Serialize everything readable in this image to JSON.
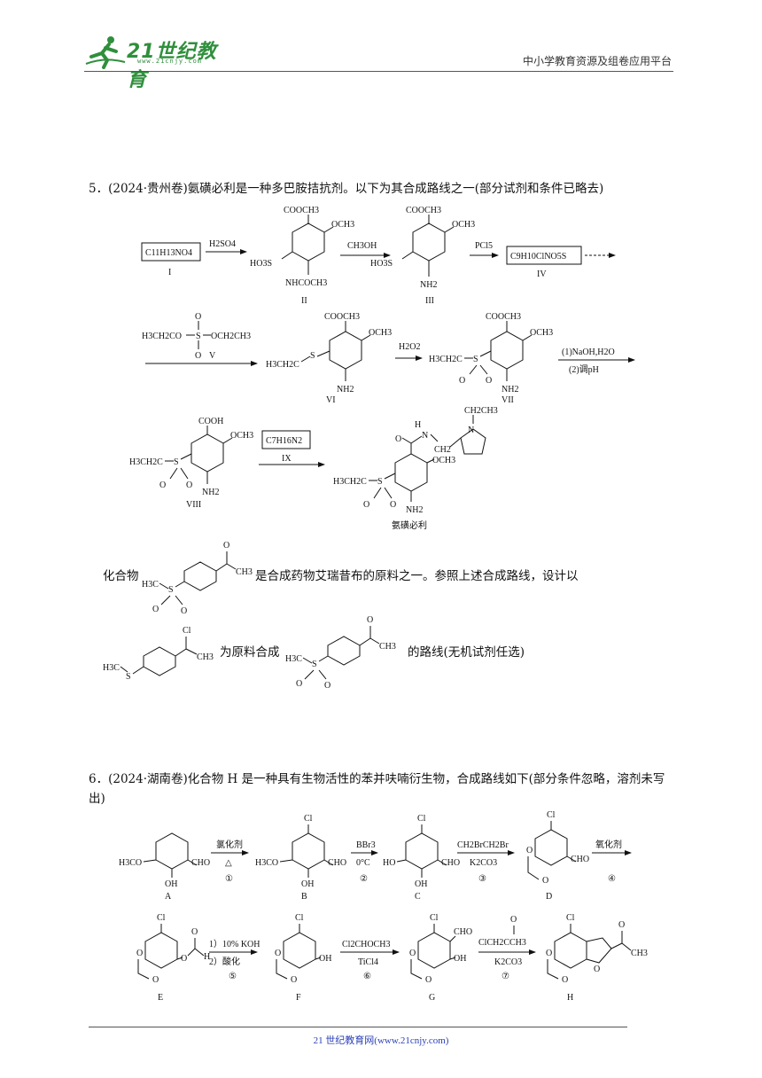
{
  "header": {
    "logo_text": "21世纪教育",
    "logo_url": "www.21cnjy.com",
    "right_text": "中小学教育资源及组卷应用平台"
  },
  "q5": {
    "stem": "5．(2024·贵州卷)氨磺必利是一种多巴胺拮抗剂。以下为其合成路线之一(部分试剂和条件已略去)",
    "compounds": {
      "I_formula": "C11H13NO4",
      "I_label": "I",
      "II_label": "II",
      "III_label": "III",
      "IV_formula": "C9H10ClNO5S",
      "IV_label": "IV",
      "V_label": "V",
      "VI_label": "VI",
      "VII_label": "VII",
      "VIII_label": "VIII",
      "IX_formula": "C7H16N2",
      "IX_label": "IX",
      "product_name": "氨磺必利"
    },
    "reagents": {
      "r1": "H2SO4",
      "r2": "CH3OH",
      "r3": "PCl5",
      "r5": "H2O2",
      "r6a": "(1)NaOH,H2O",
      "r6b": "(2)调pH"
    },
    "groups": {
      "cooch3": "COOCH3",
      "och3": "OCH3",
      "ho3s": "HO3S",
      "nhcoch3": "NHCOCH3",
      "nh2": "NH2",
      "ch3ch2s": "H3CH2C",
      "s": "S",
      "o": "O",
      "cooh": "COOH",
      "h3c": "H3C",
      "ch3": "CH3",
      "cl": "Cl",
      "n": "N",
      "h": "H",
      "ch2": "CH2",
      "ch2ch3": "CH2CH3",
      "reagentV_left": "H3CH2CO",
      "reagentV_right": "OCH2CH3"
    },
    "part_text1": "化合物",
    "part_text2": "是合成药物艾瑞昔布的原料之一。参照上述合成路线，设计以",
    "part_text3": "为原料合成",
    "part_text4": "的路线(无机试剂任选)"
  },
  "q6": {
    "stem": "6．(2024·湖南卷)化合物 H 是一种具有生物活性的苯并呋喃衍生物，合成路线如下(部分条件忽略，溶剂未写出)",
    "labels": [
      "A",
      "B",
      "C",
      "D",
      "E",
      "F",
      "G",
      "H"
    ],
    "steps": {
      "s1_top": "氯化剂",
      "s1_bot": "△",
      "s1_num": "①",
      "s2_top": "BBr3",
      "s2_bot": "0°C",
      "s2_num": "②",
      "s3_top": "CH2BrCH2Br",
      "s3_bot": "K2CO3",
      "s3_num": "③",
      "s4_top": "氧化剂",
      "s4_num": "④",
      "s5_top": "1）10% KOH",
      "s5_bot": "2）酸化",
      "s5_num": "⑤",
      "s6_top": "Cl2CHOCH3",
      "s6_bot": "TiCl4",
      "s6_num": "⑥",
      "s7_top": "ClCH2CCH3",
      "s7_bot": "K2CO3",
      "s7_num": "⑦"
    },
    "groups": {
      "cho": "CHO",
      "oh": "OH",
      "h3co": "H3CO",
      "ho": "HO",
      "cl": "Cl",
      "o": "O",
      "h": "H",
      "ch3": "CH3"
    }
  },
  "footer": {
    "text": "21 世纪教育网(www.21cnjy.com)"
  }
}
